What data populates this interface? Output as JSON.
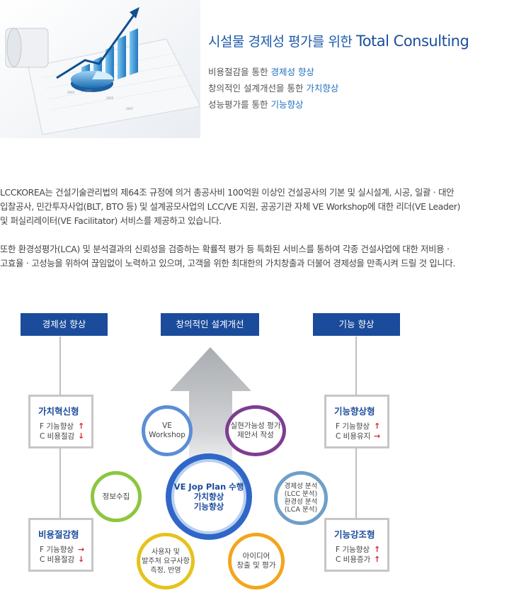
{
  "hero": {
    "title_ko": "시설물 경제성 평가를 위한",
    "title_en": "Total Consulting",
    "lines": [
      {
        "prefix": "비용절감을 통한 ",
        "highlight": "경제성 향상"
      },
      {
        "prefix": "창의적인 설계개선을 통한 ",
        "highlight": "가치향상"
      },
      {
        "prefix": "성능평가를 통한 ",
        "highlight": "기능향상"
      }
    ]
  },
  "intro": {
    "para1": [
      "LCCKOREA는 건설기술관리법의 제64조 규정에 의거 총공사비 100억원 이상인 건설공사의 기본 및 실시설계, 시공, 일괄ㆍ대안",
      "입찰공사, 민간투자사업(BLT, BTO 등) 및 설계공모사업의 LCC/VE 지원, 공공기관 자체 VE Workshop에 대한 리더(VE Leader)",
      "및 퍼실리레이터(VE Facilitator) 서비스를 제공하고 있습니다."
    ],
    "para2": [
      "또한 환경성평가(LCA) 및 분석결과의 신뢰성을 검증하는 확률적 평가 등 특화된 서비스를 통하여 각종 건설사업에 대한 저비용ㆍ",
      "고효율ㆍ고성능을 위하여 끊임없이 노력하고 있으며, 고객을 위한 최대한의 가치창출과 더불어 경제성을 만족시켜 드릴 것 입니다."
    ]
  },
  "diagram": {
    "top_boxes": {
      "left": "경제성 향상",
      "center": "창의적인 설계개선",
      "right": "기능 향상"
    },
    "type_boxes": {
      "value_innovation": {
        "title": "가치혁신형",
        "rows": [
          {
            "label": "F 기능향상",
            "arrow": "↑"
          },
          {
            "label": "C 비용절감",
            "arrow": "↓"
          }
        ]
      },
      "cost_reduction": {
        "title": "비용절감형",
        "rows": [
          {
            "label": "F 기능향상",
            "arrow": "→"
          },
          {
            "label": "C 비용절감",
            "arrow": "↓"
          }
        ]
      },
      "function_improvement": {
        "title": "기능향상형",
        "rows": [
          {
            "label": "F 기능향상",
            "arrow": "↑"
          },
          {
            "label": "C 비용유지",
            "arrow": "→"
          }
        ]
      },
      "function_reinforce": {
        "title": "기능강조형",
        "rows": [
          {
            "label": "F 기능향상",
            "arrow": "↑"
          },
          {
            "label": "C 비용증가",
            "arrow": "↑"
          }
        ]
      }
    },
    "center": [
      "VE Jop Plan 수행",
      "가치향상",
      "기능향상"
    ],
    "circles": {
      "ve_workshop": [
        "VE",
        "Workshop"
      ],
      "feasibility": [
        "실현가능성 평가",
        "제안서 작성"
      ],
      "info": [
        "정보수집"
      ],
      "economic": [
        "경제성 분석",
        "(LCC 분석)",
        "환경성 분석",
        "(LCA 분석)"
      ],
      "user_req": [
        "사용자 및",
        "발주처 요구사항",
        "측정, 반영"
      ],
      "idea": [
        "아이디어",
        "창출 및 평가"
      ]
    },
    "colors": {
      "navy": "#1b4b9b",
      "arrow_red": "#d8262b",
      "ring_blue": "#5b8ed6",
      "ring_purple": "#7e3d92",
      "ring_green": "#8cc63f",
      "ring_steel": "#6e9fc8",
      "ring_yellow": "#e6c21c",
      "ring_orange": "#f3a51b",
      "center_blue": "#2f66c8"
    }
  }
}
